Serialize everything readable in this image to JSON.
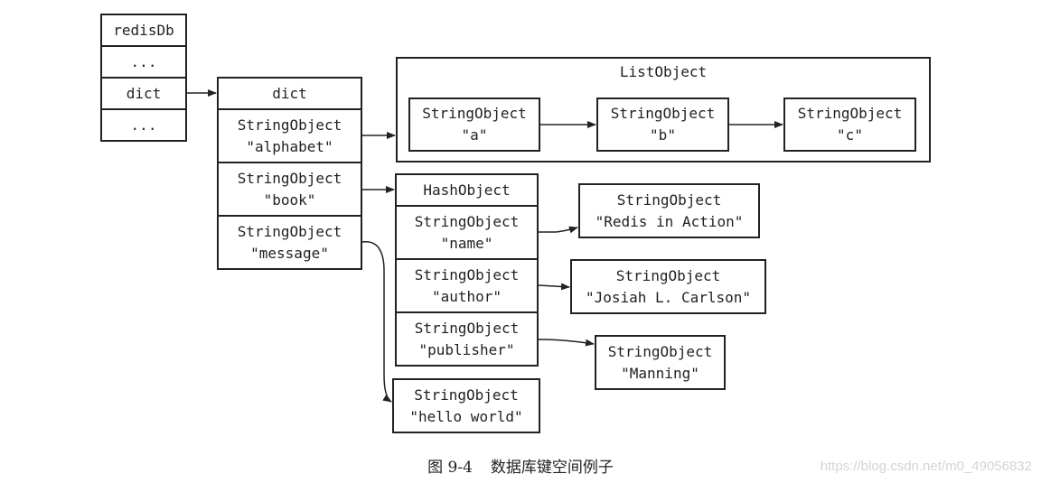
{
  "redisDb": {
    "title": "redisDb",
    "rows": [
      "...",
      "dict",
      "..."
    ]
  },
  "dict": {
    "title": "dict",
    "entries": [
      {
        "type": "StringObject",
        "value": "\"alphabet\""
      },
      {
        "type": "StringObject",
        "value": "\"book\""
      },
      {
        "type": "StringObject",
        "value": "\"message\""
      }
    ]
  },
  "list": {
    "title": "ListObject",
    "items": [
      {
        "type": "StringObject",
        "value": "\"a\""
      },
      {
        "type": "StringObject",
        "value": "\"b\""
      },
      {
        "type": "StringObject",
        "value": "\"c\""
      }
    ]
  },
  "hash": {
    "title": "HashObject",
    "fields": [
      {
        "type": "StringObject",
        "value": "\"name\""
      },
      {
        "type": "StringObject",
        "value": "\"author\""
      },
      {
        "type": "StringObject",
        "value": "\"publisher\""
      }
    ],
    "values": [
      {
        "type": "StringObject",
        "value": "\"Redis in Action\""
      },
      {
        "type": "StringObject",
        "value": "\"Josiah L. Carlson\""
      },
      {
        "type": "StringObject",
        "value": "\"Manning\""
      }
    ]
  },
  "message_value": {
    "type": "StringObject",
    "value": "\"hello world\""
  },
  "caption": {
    "number": "图 9-4",
    "text": "数据库键空间例子"
  },
  "watermark": "https://blog.csdn.net/m0_49056832"
}
